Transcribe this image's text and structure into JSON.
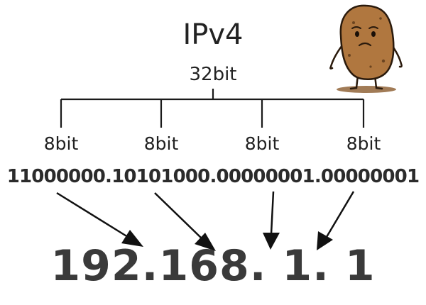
{
  "diagram": {
    "title": "IPv4",
    "subtitle": "32bit",
    "segments": [
      {
        "bits_label": "8bit"
      },
      {
        "bits_label": "8bit"
      },
      {
        "bits_label": "8bit"
      },
      {
        "bits_label": "8bit"
      }
    ],
    "binary_address": "11000000.10101000.00000001.00000001",
    "decimal_address": "192.168. 1. 1"
  },
  "mascot": {
    "icon": "worried-potato-icon",
    "colors": {
      "body": "#b0773f",
      "shadow": "#8a5a2c",
      "outline": "#2a1a0c"
    }
  }
}
